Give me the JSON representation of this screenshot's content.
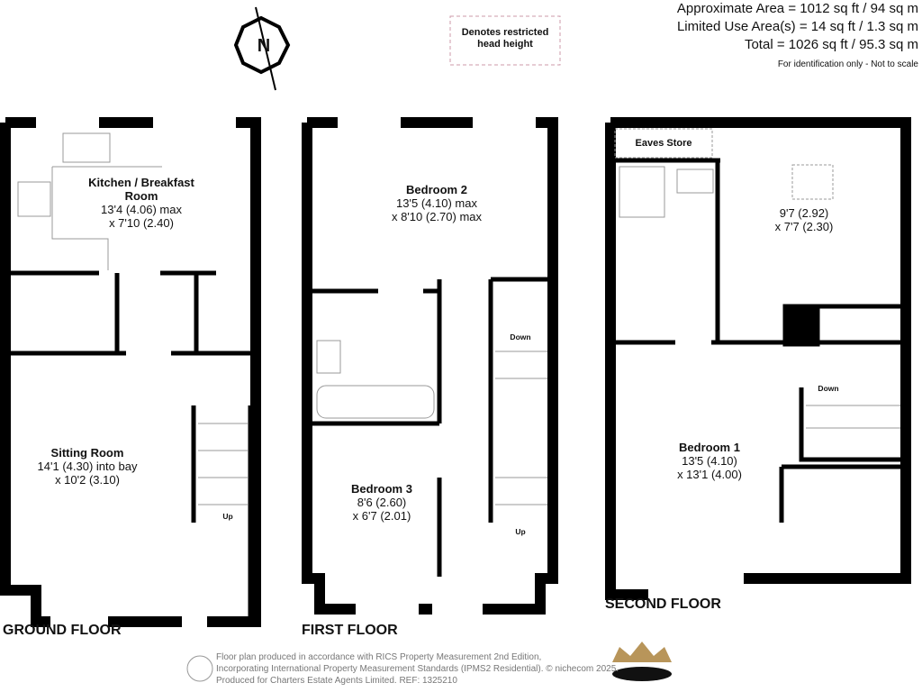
{
  "areas": {
    "approximate": "Approximate Area = 1012 sq ft / 94 sq m",
    "limited": "Limited Use Area(s) = 14 sq ft / 1.3 sq m",
    "total": "Total = 1026 sq ft / 95.3 sq m",
    "note": "For identification only - Not to scale"
  },
  "legend": {
    "restricted": "Denotes restricted head height"
  },
  "compass": {
    "label": "N"
  },
  "ground_floor": {
    "label": "GROUND FLOOR",
    "kitchen": {
      "name": "Kitchen / Breakfast Room",
      "dim1": "13'4 (4.06) max",
      "dim2": "x 7'10 (2.40)"
    },
    "sitting": {
      "name": "Sitting Room",
      "dim1": "14'1 (4.30) into bay",
      "dim2": "x 10'2 (3.10)"
    },
    "stairs": "Up"
  },
  "first_floor": {
    "label": "FIRST FLOOR",
    "bedroom2": {
      "name": "Bedroom 2",
      "dim1": "13'5 (4.10) max",
      "dim2": "x 8'10 (2.70) max"
    },
    "bedroom3": {
      "name": "Bedroom 3",
      "dim1": "8'6 (2.60)",
      "dim2": "x 6'7 (2.01)"
    },
    "down": "Down",
    "up": "Up"
  },
  "second_floor": {
    "label": "SECOND FLOOR",
    "eaves": "Eaves Store",
    "room": {
      "dim1": "9'7 (2.92)",
      "dim2": "x 7'7 (2.30)"
    },
    "bedroom1": {
      "name": "Bedroom 1",
      "dim1": "13'5 (4.10)",
      "dim2": "x 13'1 (4.00)"
    },
    "down": "Down"
  },
  "footer": {
    "line1": "Floor plan produced in accordance with RICS Property Measurement 2nd Edition,",
    "line2": "Incorporating International Property Measurement Standards (IPMS2 Residential).",
    "copyright": "© nichecom 2025.",
    "line3": "Produced for Charters Estate Agents Limited.   REF: 1325210"
  }
}
